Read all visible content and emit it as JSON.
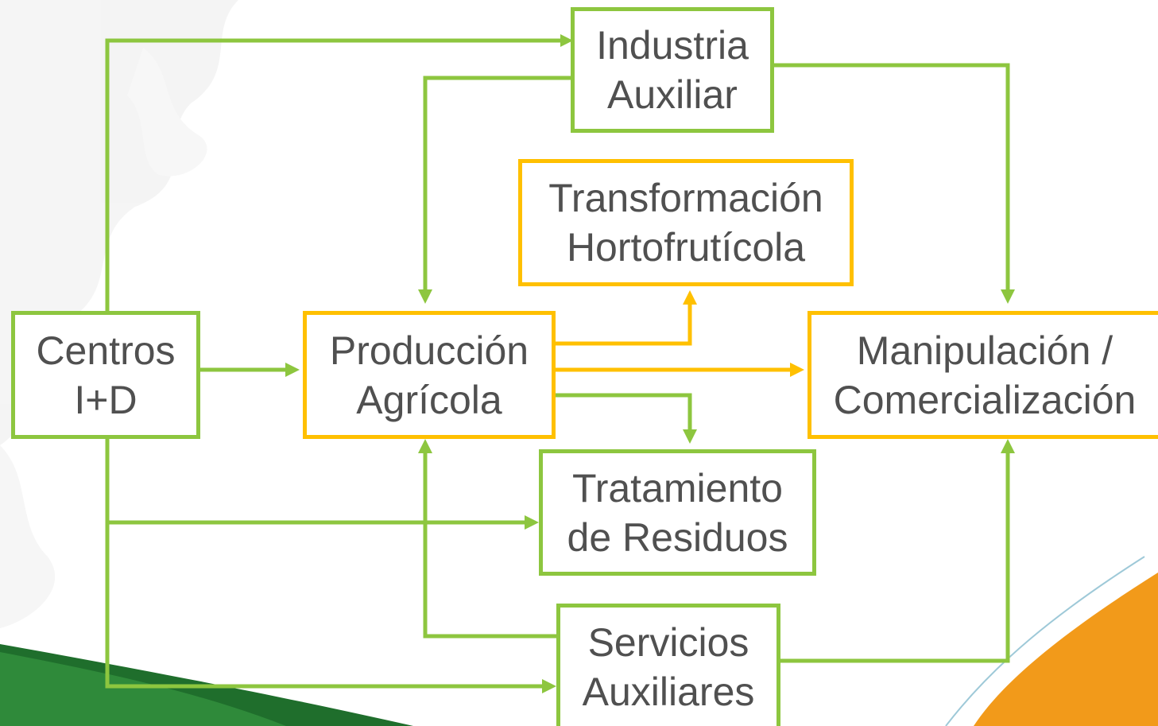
{
  "colors": {
    "green": "#8dc63f",
    "yellow": "#ffc000",
    "text": "#505050",
    "background_gray": "#e6e6e6",
    "background_green": "#1f6e2c",
    "background_orange": "#f29a1a"
  },
  "nodes": {
    "industria_auxiliar": {
      "line1": "Industria",
      "line2": "Auxiliar"
    },
    "transformacion_hortofruticola": {
      "line1": "Transformación",
      "line2": "Hortofrutícola"
    },
    "centros_id": {
      "line1": "Centros",
      "line2": "I+D"
    },
    "produccion_agricola": {
      "line1": "Producción",
      "line2": "Agrícola"
    },
    "manipulacion_comercializacion": {
      "line1": "Manipulación /",
      "line2": "Comercialización"
    },
    "tratamiento_residuos": {
      "line1": "Tratamiento",
      "line2": "de Residuos"
    },
    "servicios_auxiliares": {
      "line1": "Servicios",
      "line2": "Auxiliares"
    }
  },
  "connections": [
    {
      "from": "Centros I+D",
      "to": "Industria Auxiliar",
      "color": "green"
    },
    {
      "from": "Industria Auxiliar",
      "to": "Producción Agrícola",
      "color": "green"
    },
    {
      "from": "Industria Auxiliar",
      "to": "Manipulación / Comercialización",
      "color": "green"
    },
    {
      "from": "Centros I+D",
      "to": "Producción Agrícola",
      "color": "green"
    },
    {
      "from": "Producción Agrícola",
      "to": "Transformación Hortofrutícola",
      "color": "yellow"
    },
    {
      "from": "Producción Agrícola",
      "to": "Manipulación / Comercialización",
      "color": "yellow"
    },
    {
      "from": "Producción Agrícola",
      "to": "Tratamiento de Residuos",
      "color": "green"
    },
    {
      "from": "Centros I+D",
      "to": "Tratamiento de Residuos",
      "color": "green"
    },
    {
      "from": "Servicios Auxiliares",
      "to": "Producción Agrícola",
      "color": "green"
    },
    {
      "from": "Centros I+D",
      "to": "Servicios Auxiliares",
      "color": "green"
    },
    {
      "from": "Servicios Auxiliares",
      "to": "Manipulación / Comercialización",
      "color": "green"
    }
  ]
}
